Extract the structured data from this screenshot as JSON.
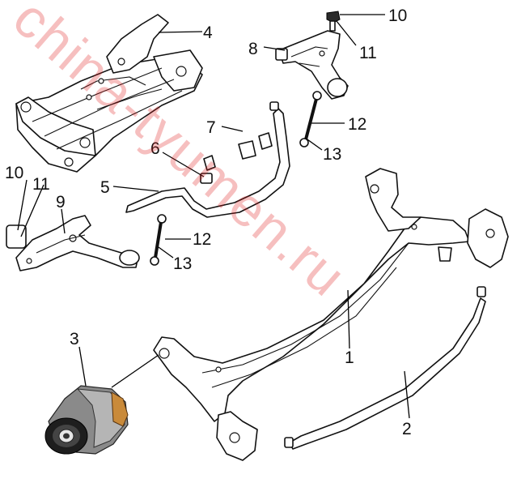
{
  "watermark": "china-tyumen.ru",
  "callouts": {
    "c1": "1",
    "c2": "2",
    "c3": "3",
    "c4": "4",
    "c5": "5",
    "c6": "6",
    "c7": "7",
    "c8": "8",
    "c9": "9",
    "c10a": "10",
    "c10b": "10",
    "c11a": "11",
    "c11b": "11",
    "c12a": "12",
    "c12b": "12",
    "c13a": "13",
    "c13b": "13"
  },
  "colors": {
    "watermark": "#e01818",
    "line": "#111111",
    "bushing_dark": "#2a2a2a"
  }
}
